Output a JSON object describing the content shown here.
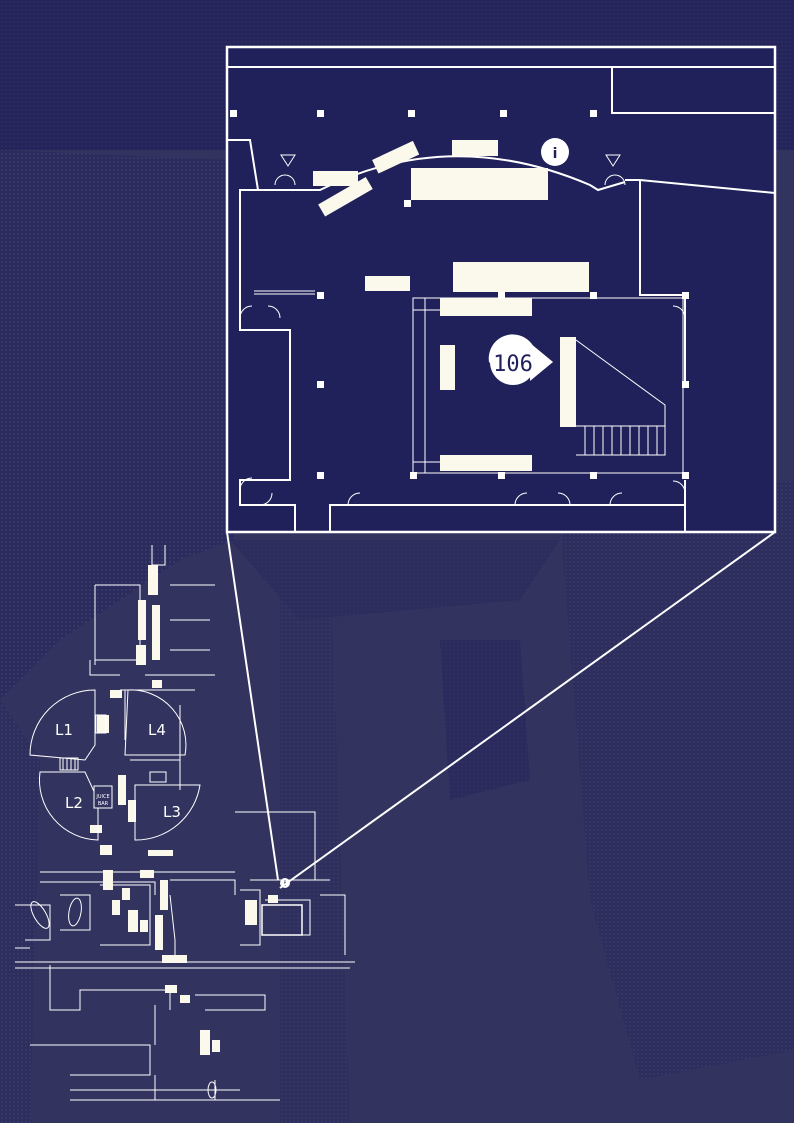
{
  "map": {
    "room_marker": "106",
    "info_marker": "i",
    "overview_info_marker": "i",
    "lecture_halls": [
      {
        "id": "L1",
        "label": "L1"
      },
      {
        "id": "L2",
        "label": "L2"
      },
      {
        "id": "L3",
        "label": "L3"
      },
      {
        "id": "L4",
        "label": "L4"
      }
    ],
    "juice_bar_line1": "JUICE",
    "juice_bar_line2": "BAR"
  },
  "colors": {
    "background": "#33335f",
    "texture_dark": "#1f1f53",
    "lines": "#ffffff",
    "furniture": "#fbf8ec",
    "inset_panel": "#20215a"
  }
}
